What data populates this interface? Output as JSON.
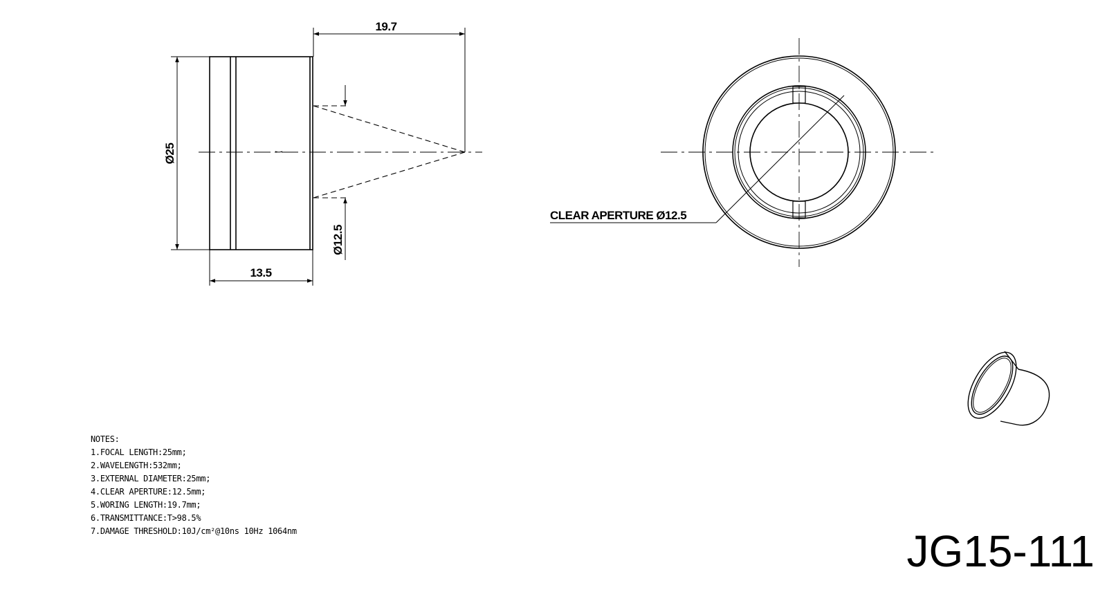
{
  "dimensions": {
    "overall_length": "19.7",
    "diameter_outer": "Ø25",
    "diameter_aperture": "Ø12.5",
    "body_length": "13.5",
    "clear_aperture_callout": "CLEAR APERTURE Ø12.5"
  },
  "notes": {
    "heading": "NOTES:",
    "items": [
      "1.FOCAL LENGTH:25mm;",
      "2.WAVELENGTH:532mm;",
      "3.EXTERNAL DIAMETER:25mm;",
      "4.CLEAR APERTURE:12.5mm;",
      "5.WORING LENGTH:19.7mm;",
      "6.TRANSMITTANCE:T>98.5%",
      "7.DAMAGE THRESHOLD:10J/cm²@10ns 10Hz 1064nm"
    ]
  },
  "part_number": "JG15-111",
  "colors": {
    "line": "#000000",
    "background": "#ffffff"
  }
}
